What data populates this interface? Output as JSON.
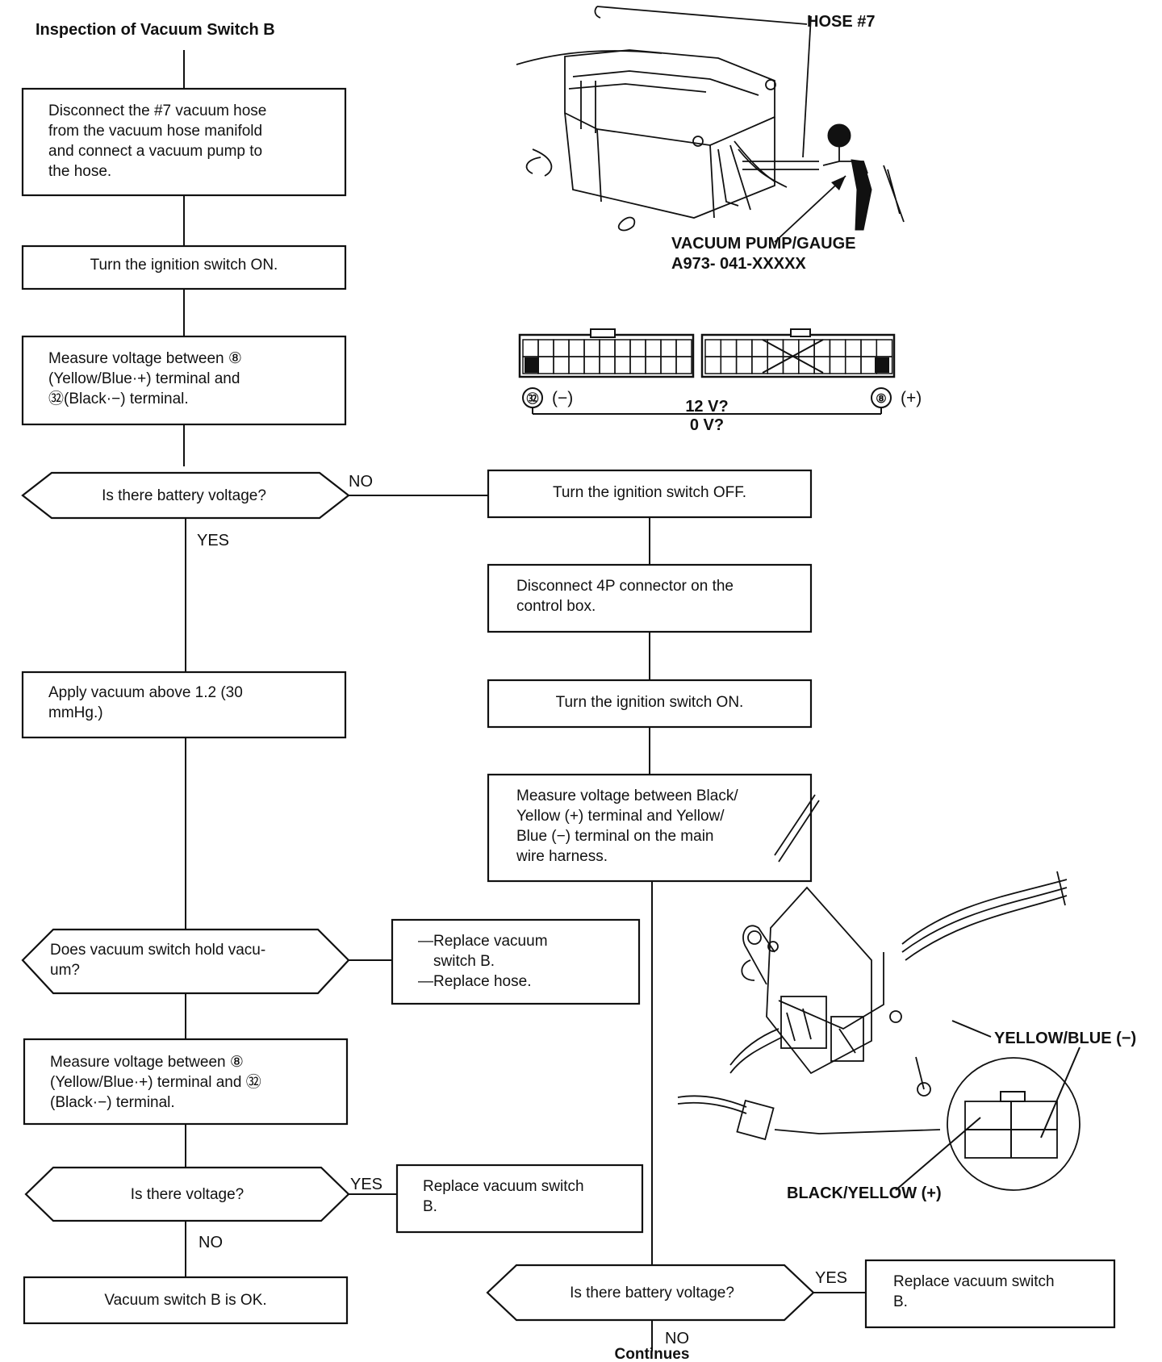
{
  "title": "Inspection of Vacuum Switch B",
  "steps": {
    "disconnect_hose": [
      "Disconnect the #7 vacuum hose",
      "from the vacuum hose manifold",
      "and connect a vacuum pump to",
      "the hose."
    ],
    "ign_on_1": "Turn the ignition switch ON.",
    "measure_1": [
      "Measure voltage between ⑧",
      "(Yellow/Blue·+) terminal and",
      "㉜(Black·−) terminal."
    ],
    "battery_q1": "Is there battery voltage?",
    "apply_vacuum": [
      "Apply vacuum above 1.2 (30",
      "mmHg.)"
    ],
    "hold_q": [
      "Does vacuum switch hold vacu-",
      "um?"
    ],
    "replace_box": [
      "—Replace vacuum",
      "switch B.",
      "—Replace hose."
    ],
    "measure_2": [
      "Measure voltage between ⑧",
      "(Yellow/Blue·+) terminal and ㉜",
      "(Black·−) terminal."
    ],
    "voltage_q": "Is there voltage?",
    "replace_switch_1": [
      "Replace vacuum switch",
      "B."
    ],
    "switch_ok": "Vacuum switch B is OK.",
    "ign_off": "Turn the ignition switch OFF.",
    "disconnect_4p": [
      "Disconnect 4P connector on the",
      "control box."
    ],
    "ign_on_2": "Turn the ignition switch ON.",
    "measure_3": [
      "Measure voltage between Black/",
      "Yellow (+) terminal and Yellow/",
      "Blue (−) terminal on the main",
      "wire harness."
    ],
    "battery_q2": "Is there battery voltage?",
    "replace_switch_2": [
      "Replace vacuum switch",
      "B."
    ],
    "continues": "Continues"
  },
  "branch_labels": {
    "yes": "YES",
    "no": "NO"
  },
  "figures": {
    "hose": "HOSE #7",
    "pump": [
      "VACUUM PUMP/GAUGE",
      "A973- 041-XXXXX"
    ],
    "pin32": "㉜",
    "pin8": "⑧",
    "minus": "(−)",
    "plus": "(+)",
    "v12": "12 V?",
    "v0": "0 V?",
    "yellow_blue": "YELLOW/BLUE (−)",
    "black_yellow": "BLACK/YELLOW (+)"
  },
  "colors": {
    "ink": "#111111",
    "paper": "#ffffff"
  }
}
